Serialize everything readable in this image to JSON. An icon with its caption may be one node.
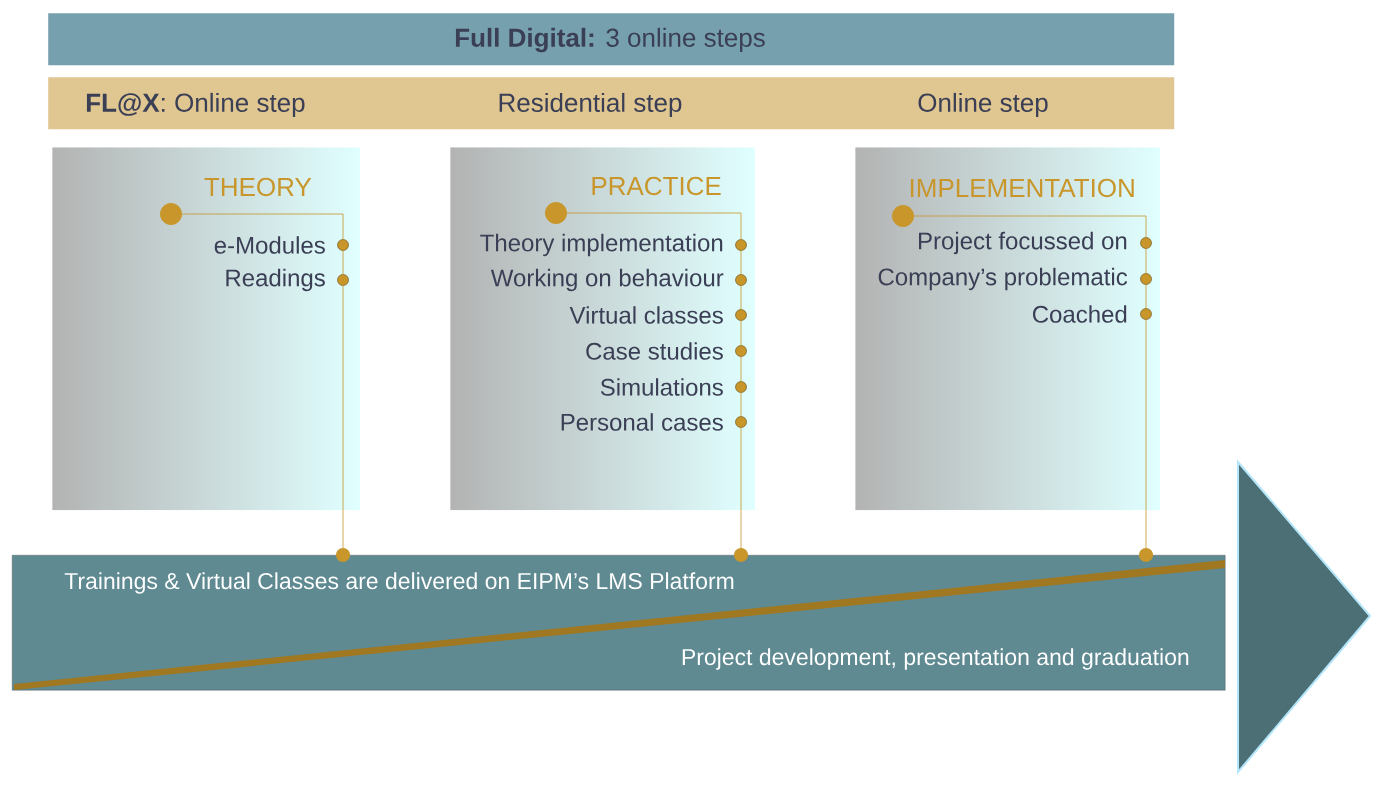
{
  "diagram": {
    "nodes": [
      {
        "text": [
          "**Full Digital:** 3 online steps"
        ]
      },
      {
        "text": [
          "**FL@X**:  Online step",
          "Residential step",
          "Online step"
        ]
      },
      {
        "text": [
          "THEORY",
          "e-Modules",
          "Readings"
        ]
      },
      {
        "text": [
          "PRACTICE",
          "Theory implementation",
          "Working on behaviour",
          "Virtual classes",
          "Case studies",
          "Simulations",
          "Personal cases"
        ]
      },
      {
        "text": [
          "IMPLEMENTATION",
          "Project focussed on",
          "Company’s problematic",
          "Coached"
        ]
      },
      {
        "text": [
          "Trainings & Virtual Classes are delivered on EIPM’s LMS Platform",
          "Project development, presentation and graduation"
        ]
      }
    ],
    "edges": [
      {
        "from": 2,
        "to": 5,
        "arrow": "other"
      },
      {
        "from": 3,
        "to": 5,
        "arrow": "other"
      },
      {
        "from": 4,
        "to": 5,
        "arrow": "other"
      }
    ]
  }
}
